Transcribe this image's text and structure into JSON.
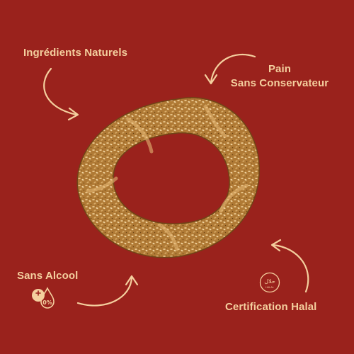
{
  "labels": {
    "ingredients": "Ingrédients Naturels",
    "pain_line1": "Pain",
    "pain_line2": "Sans Conservateur",
    "alcool": "Sans Alcool",
    "halal": "Certification Halal"
  },
  "icons": {
    "halal_badge_text": "حلال",
    "halal_badge_subtext": "HALAL",
    "alcohol_badge_text": "0%"
  },
  "colors": {
    "background": "#9a221c",
    "accent": "#f4cf9e",
    "bread_dark": "#8a5a1e",
    "bread_light": "#d9a55a"
  }
}
